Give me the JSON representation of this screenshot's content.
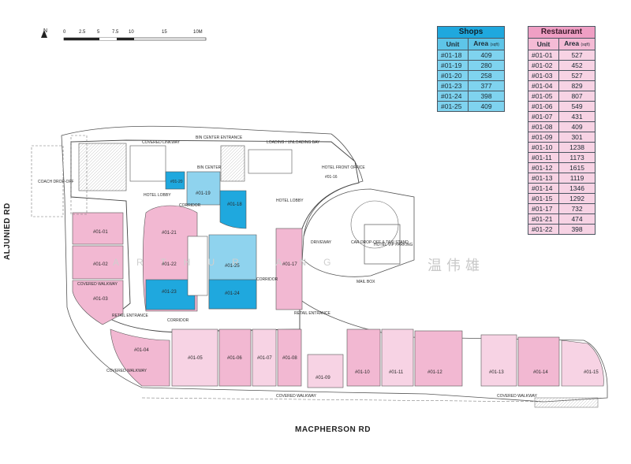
{
  "roads": {
    "left": "ALJUNIED RD",
    "bottom": "MACPHERSON RD"
  },
  "scale_bar": {
    "ticks": [
      "0",
      "2.5",
      "5",
      "7.5",
      "10",
      "15",
      "10M"
    ],
    "north": "N"
  },
  "shops_table": {
    "title": "Shops",
    "columns": [
      "Unit",
      "Area",
      "(sqft)"
    ],
    "rows": [
      [
        "#01-18",
        "409"
      ],
      [
        "#01-19",
        "280"
      ],
      [
        "#01-20",
        "258"
      ],
      [
        "#01-23",
        "377"
      ],
      [
        "#01-24",
        "398"
      ],
      [
        "#01-25",
        "409"
      ]
    ],
    "color": "#1fa8de"
  },
  "restaurant_table": {
    "title": "Restaurant",
    "columns": [
      "Unit",
      "Area",
      "(sqft)"
    ],
    "rows": [
      [
        "#01-01",
        "527"
      ],
      [
        "#01-02",
        "452"
      ],
      [
        "#01-03",
        "527"
      ],
      [
        "#01-04",
        "829"
      ],
      [
        "#01-05",
        "807"
      ],
      [
        "#01-06",
        "549"
      ],
      [
        "#01-07",
        "431"
      ],
      [
        "#01-08",
        "409"
      ],
      [
        "#01-09",
        "301"
      ],
      [
        "#01-10",
        "1238"
      ],
      [
        "#01-11",
        "1173"
      ],
      [
        "#01-12",
        "1615"
      ],
      [
        "#01-13",
        "1119"
      ],
      [
        "#01-14",
        "1346"
      ],
      [
        "#01-15",
        "1292"
      ],
      [
        "#01-17",
        "732"
      ],
      [
        "#01-21",
        "474"
      ],
      [
        "#01-22",
        "398"
      ]
    ],
    "color": "#ef9fc4"
  },
  "area_labels": {
    "coach": "COACH DROP-OFF",
    "covered_linkway": "COVERED LINKWAY",
    "bin_center_entrance": "BIN CENTER ENTRANCE",
    "loading": "LOADING / UNLOADING BAY",
    "hotel_front_office": "HOTEL FRONT OFFICE",
    "hotel_front_office_unit": "#01-16",
    "bin_center": "BIN CENTER",
    "hotel_lobby_left": "HOTEL LOBBY",
    "hotel_lobby_right": "HOTEL LOBBY",
    "corridor_top": "CORRIDOR",
    "corridor_right": "CORRIDOR",
    "corridor_bottom": "CORRIDOR",
    "covered_walkway_left": "COVERED WALKWAY",
    "retail_entrance_left": "RETAIL ENTRANCE",
    "retail_entrance_right": "RETAIL ENTRANCE",
    "driveway": "DRIVEWAY",
    "car_dropoff": "CAR DROP-OFF & TAXI STAND",
    "hotel_vip": "HOTEL VIP PARKING",
    "mail_box": "MAIL BOX",
    "covered_walkway_bottom_left": "COVERED WALKWAY",
    "covered_walkway_bottom_mid": "COVERED WALKWAY",
    "covered_walkway_bottom_right": "COVERED WALKWAY"
  },
  "unit_labels": {
    "u01": "#01-01",
    "u02": "#01-02",
    "u03": "#01-03",
    "u04": "#01-04",
    "u05": "#01-05",
    "u06": "#01-06",
    "u07": "#01-07",
    "u08": "#01-08",
    "u09": "#01-09",
    "u10": "#01-10",
    "u11": "#01-11",
    "u12": "#01-12",
    "u13": "#01-13",
    "u14": "#01-14",
    "u15": "#01-15",
    "u17": "#01-17",
    "u18": "#01-18",
    "u19": "#01-19",
    "u20": "#01-20",
    "u21": "#01-21",
    "u22": "#01-22",
    "u23": "#01-23",
    "u24": "#01-24",
    "u25": "#01-25"
  },
  "watermark": {
    "latin": "ARTHUR ANG",
    "chinese": "温伟雄"
  },
  "colors": {
    "restaurant": "#f2b8d2",
    "shop": "#1fa8de",
    "shop_light": "#8fd3ee",
    "walkway": "#ffffff",
    "outline": "#4a4a4a"
  }
}
